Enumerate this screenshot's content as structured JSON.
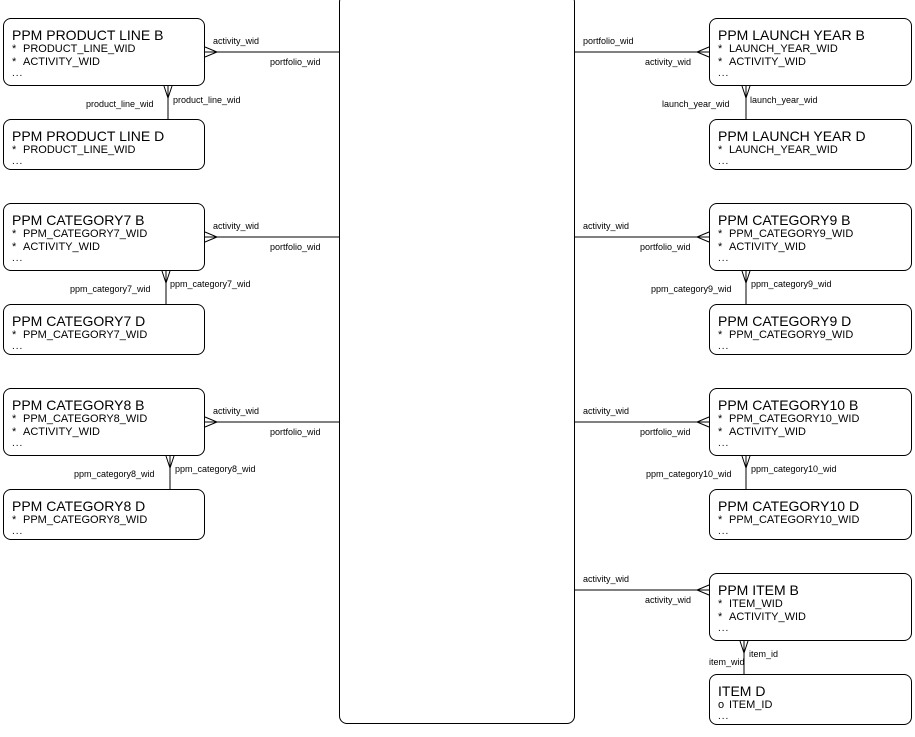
{
  "entities": {
    "center": {
      "title": ""
    },
    "ppm_product_line_b": {
      "title": "PPM PRODUCT LINE B",
      "attributes": [
        {
          "mark": "*",
          "name": "PRODUCT_LINE_WID"
        },
        {
          "mark": "*",
          "name": "ACTIVITY_WID"
        }
      ],
      "more": "..."
    },
    "ppm_product_line_d": {
      "title": "PPM PRODUCT LINE D",
      "attributes": [
        {
          "mark": "*",
          "name": "PRODUCT_LINE_WID"
        }
      ],
      "more": "..."
    },
    "ppm_category7_b": {
      "title": "PPM CATEGORY7 B",
      "attributes": [
        {
          "mark": "*",
          "name": "PPM_CATEGORY7_WID"
        },
        {
          "mark": "*",
          "name": "ACTIVITY_WID"
        }
      ],
      "more": "..."
    },
    "ppm_category7_d": {
      "title": "PPM CATEGORY7 D",
      "attributes": [
        {
          "mark": "*",
          "name": "PPM_CATEGORY7_WID"
        }
      ],
      "more": "..."
    },
    "ppm_category8_b": {
      "title": "PPM CATEGORY8 B",
      "attributes": [
        {
          "mark": "*",
          "name": "PPM_CATEGORY8_WID"
        },
        {
          "mark": "*",
          "name": "ACTIVITY_WID"
        }
      ],
      "more": "..."
    },
    "ppm_category8_d": {
      "title": "PPM CATEGORY8 D",
      "attributes": [
        {
          "mark": "*",
          "name": "PPM_CATEGORY8_WID"
        }
      ],
      "more": "..."
    },
    "ppm_launch_year_b": {
      "title": "PPM LAUNCH YEAR B",
      "attributes": [
        {
          "mark": "*",
          "name": "LAUNCH_YEAR_WID"
        },
        {
          "mark": "*",
          "name": "ACTIVITY_WID"
        }
      ],
      "more": "..."
    },
    "ppm_launch_year_d": {
      "title": "PPM LAUNCH YEAR D",
      "attributes": [
        {
          "mark": "*",
          "name": "LAUNCH_YEAR_WID"
        }
      ],
      "more": "..."
    },
    "ppm_category9_b": {
      "title": "PPM CATEGORY9 B",
      "attributes": [
        {
          "mark": "*",
          "name": "PPM_CATEGORY9_WID"
        },
        {
          "mark": "*",
          "name": "ACTIVITY_WID"
        }
      ],
      "more": "..."
    },
    "ppm_category9_d": {
      "title": "PPM CATEGORY9 D",
      "attributes": [
        {
          "mark": "*",
          "name": "PPM_CATEGORY9_WID"
        }
      ],
      "more": "..."
    },
    "ppm_category10_b": {
      "title": "PPM CATEGORY10 B",
      "attributes": [
        {
          "mark": "*",
          "name": "PPM_CATEGORY10_WID"
        },
        {
          "mark": "*",
          "name": "ACTIVITY_WID"
        }
      ],
      "more": "..."
    },
    "ppm_category10_d": {
      "title": "PPM CATEGORY10 D",
      "attributes": [
        {
          "mark": "*",
          "name": "PPM_CATEGORY10_WID"
        }
      ],
      "more": "..."
    },
    "ppm_item_b": {
      "title": "PPM ITEM B",
      "attributes": [
        {
          "mark": "*",
          "name": "ITEM_WID"
        },
        {
          "mark": "*",
          "name": "ACTIVITY_WID"
        }
      ],
      "more": "..."
    },
    "item_d": {
      "title": "ITEM D",
      "attributes": [
        {
          "mark": "o",
          "name": "ITEM_ID"
        }
      ],
      "more": "..."
    }
  },
  "relationships": [
    {
      "from": "ppm_product_line_b",
      "to": "center",
      "labels": [
        "activity_wid",
        "portfolio_wid"
      ]
    },
    {
      "from": "ppm_product_line_b",
      "to": "ppm_product_line_d",
      "labels": [
        "product_line_wid",
        "product_line_wid"
      ]
    },
    {
      "from": "ppm_category7_b",
      "to": "center",
      "labels": [
        "activity_wid",
        "portfolio_wid"
      ]
    },
    {
      "from": "ppm_category7_b",
      "to": "ppm_category7_d",
      "labels": [
        "ppm_category7_wid",
        "ppm_category7_wid"
      ]
    },
    {
      "from": "ppm_category8_b",
      "to": "center",
      "labels": [
        "activity_wid",
        "portfolio_wid"
      ]
    },
    {
      "from": "ppm_category8_b",
      "to": "ppm_category8_d",
      "labels": [
        "ppm_category8_wid",
        "ppm_category8_wid"
      ]
    },
    {
      "from": "center",
      "to": "ppm_launch_year_b",
      "labels": [
        "portfolio_wid",
        "activity_wid"
      ]
    },
    {
      "from": "ppm_launch_year_b",
      "to": "ppm_launch_year_d",
      "labels": [
        "launch_year_wid",
        "launch_year_wid"
      ]
    },
    {
      "from": "center",
      "to": "ppm_category9_b",
      "labels": [
        "activity_wid",
        "portfolio_wid"
      ]
    },
    {
      "from": "ppm_category9_b",
      "to": "ppm_category9_d",
      "labels": [
        "ppm_category9_wid",
        "ppm_category9_wid"
      ]
    },
    {
      "from": "center",
      "to": "ppm_category10_b",
      "labels": [
        "activity_wid",
        "portfolio_wid"
      ]
    },
    {
      "from": "ppm_category10_b",
      "to": "ppm_category10_d",
      "labels": [
        "ppm_category10_wid",
        "ppm_category10_wid"
      ]
    },
    {
      "from": "center",
      "to": "ppm_item_b",
      "labels": [
        "activity_wid",
        "activity_wid"
      ]
    },
    {
      "from": "ppm_item_b",
      "to": "item_d",
      "labels": [
        "item_wid",
        "item_id"
      ]
    }
  ]
}
